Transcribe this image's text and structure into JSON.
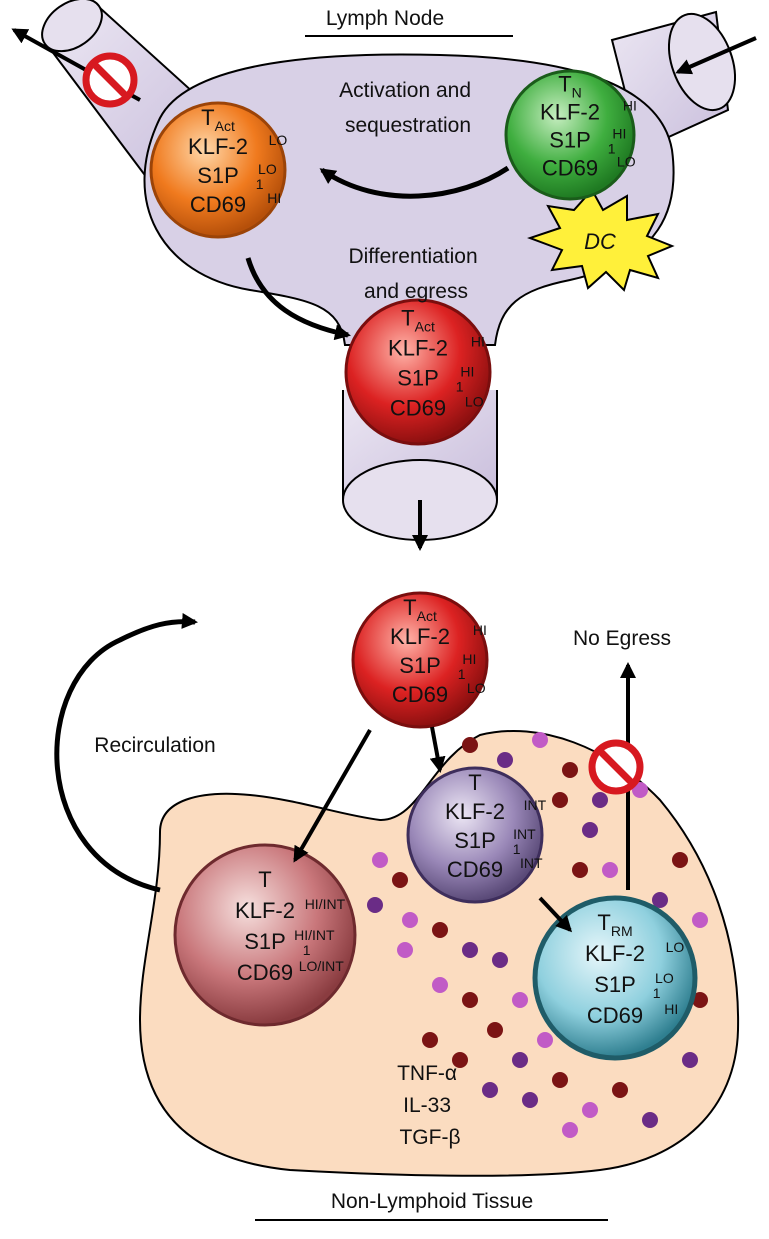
{
  "labels": {
    "lymph_node": "Lymph Node",
    "activation": [
      "Activation and",
      "sequestration"
    ],
    "differentiation": [
      "Differentiation",
      "and egress"
    ],
    "no_egress": "No Egress",
    "recirculation": "Recirculation",
    "non_lymphoid": "Non-Lymphoid Tissue",
    "dc": "DC",
    "cytokines": [
      "TNF-α",
      "IL-33",
      "TGF-β"
    ]
  },
  "cells": {
    "naive": {
      "title": "T",
      "title_sub": "N",
      "lines": [
        {
          "base": "KLF-2",
          "sup": "HI"
        },
        {
          "base": "S1P",
          "sub": "1",
          "sup": "HI"
        },
        {
          "base": "CD69",
          "sup": "LO"
        }
      ]
    },
    "act_lo": {
      "title": "T",
      "title_sub": "Act",
      "lines": [
        {
          "base": "KLF-2",
          "sup": "LO"
        },
        {
          "base": "S1P",
          "sub": "1",
          "sup": "LO"
        },
        {
          "base": "CD69",
          "sup": "HI"
        }
      ]
    },
    "act_hi_ln": {
      "title": "T",
      "title_sub": "Act",
      "lines": [
        {
          "base": "KLF-2",
          "sup": "HI"
        },
        {
          "base": "S1P",
          "sub": "1",
          "sup": "HI"
        },
        {
          "base": "CD69",
          "sup": "LO"
        }
      ]
    },
    "act_hi_blood": {
      "title": "T",
      "title_sub": "Act",
      "lines": [
        {
          "base": "KLF-2",
          "sup": "HI"
        },
        {
          "base": "S1P",
          "sub": "1",
          "sup": "HI"
        },
        {
          "base": "CD69",
          "sup": "LO"
        }
      ]
    },
    "intermediate": {
      "title": "T",
      "title_sub": "",
      "lines": [
        {
          "base": "KLF-2",
          "sup": "INT"
        },
        {
          "base": "S1P",
          "sub": "1",
          "sup": "INT"
        },
        {
          "base": "CD69",
          "sup": "INT"
        }
      ]
    },
    "recirc": {
      "title": "T",
      "title_sub": "",
      "lines": [
        {
          "base": "KLF-2",
          "sup": "HI/INT"
        },
        {
          "base": "S1P",
          "sub": "1",
          "sup": "HI/INT"
        },
        {
          "base": "CD69",
          "sup": "LO/INT"
        }
      ]
    },
    "trm": {
      "title": "T",
      "title_sub": "RM",
      "lines": [
        {
          "base": "KLF-2",
          "sup": "LO"
        },
        {
          "base": "S1P",
          "sub": "1",
          "sup": "LO"
        },
        {
          "base": "CD69",
          "sup": "HI"
        }
      ]
    }
  },
  "colors": {
    "lymph_node_fill": "#d8d0e6",
    "tissue_fill": "#fbdcc0",
    "naive": "#3fae3f",
    "act_lo": "#f07a1e",
    "act_hi": "#dc2222",
    "intermediate": "#9a88b8",
    "recirc": "#c9777b",
    "trm": "#7fc6d6",
    "dc": "#fff03a",
    "dot_dark": "#7b1414",
    "dot_purple": "#6a2c86",
    "dot_pink": "#c15bc6",
    "prohibit": "#d71920"
  }
}
